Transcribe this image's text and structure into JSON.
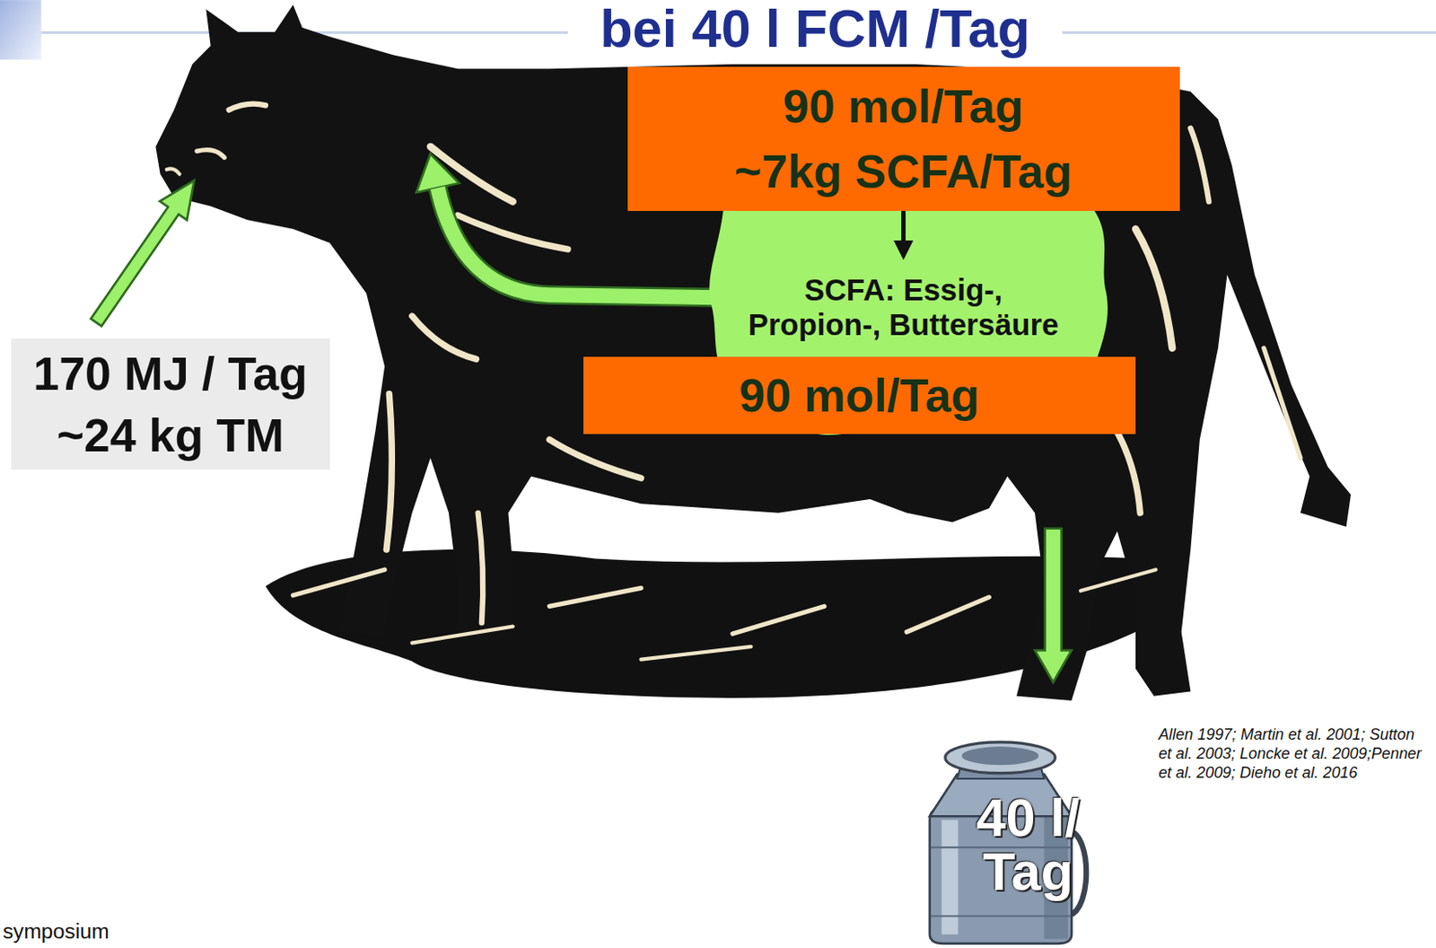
{
  "diagram": {
    "title": "bei 40 l FCM /Tag",
    "nodes": [
      {
        "text": [
          "90 mol/Tag",
          "~7kg SCFA/Tag"
        ]
      },
      {
        "text": [
          "SCFA: Essig-, Propion-, Buttersäure"
        ]
      },
      {
        "text": [
          "170 MJ / Tag",
          "~24 kg TM"
        ]
      },
      {
        "text": [
          "90 mol/Tag"
        ]
      },
      {
        "text": [
          "40 l/ Tag"
        ]
      }
    ],
    "edges": [
      {
        "from": 0,
        "to": 1,
        "arrow": "to"
      }
    ],
    "labels": [
      "Allen 1997; Martin et al. 2001; Sutton et al. 2003; Loncke et al. 2009;Penner et al. 2009; Dieho et al. 2016",
      "symposium"
    ]
  }
}
